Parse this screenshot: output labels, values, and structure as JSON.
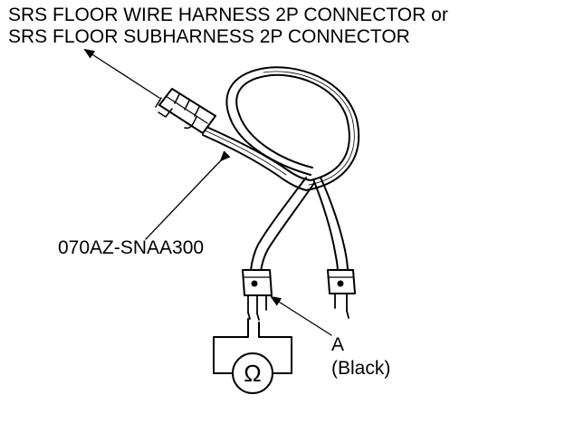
{
  "diagram": {
    "title_lines": [
      "SRS FLOOR WIRE HARNESS 2P CONNECTOR or",
      "SRS FLOOR SUBHARNESS 2P CONNECTOR"
    ],
    "tool_part_number": "070AZ-SNAA300",
    "connector_a": {
      "letter": "A",
      "color": "(Black)"
    },
    "meter_symbol": "Ω",
    "line_color": "#000000",
    "background_color": "#ffffff"
  }
}
